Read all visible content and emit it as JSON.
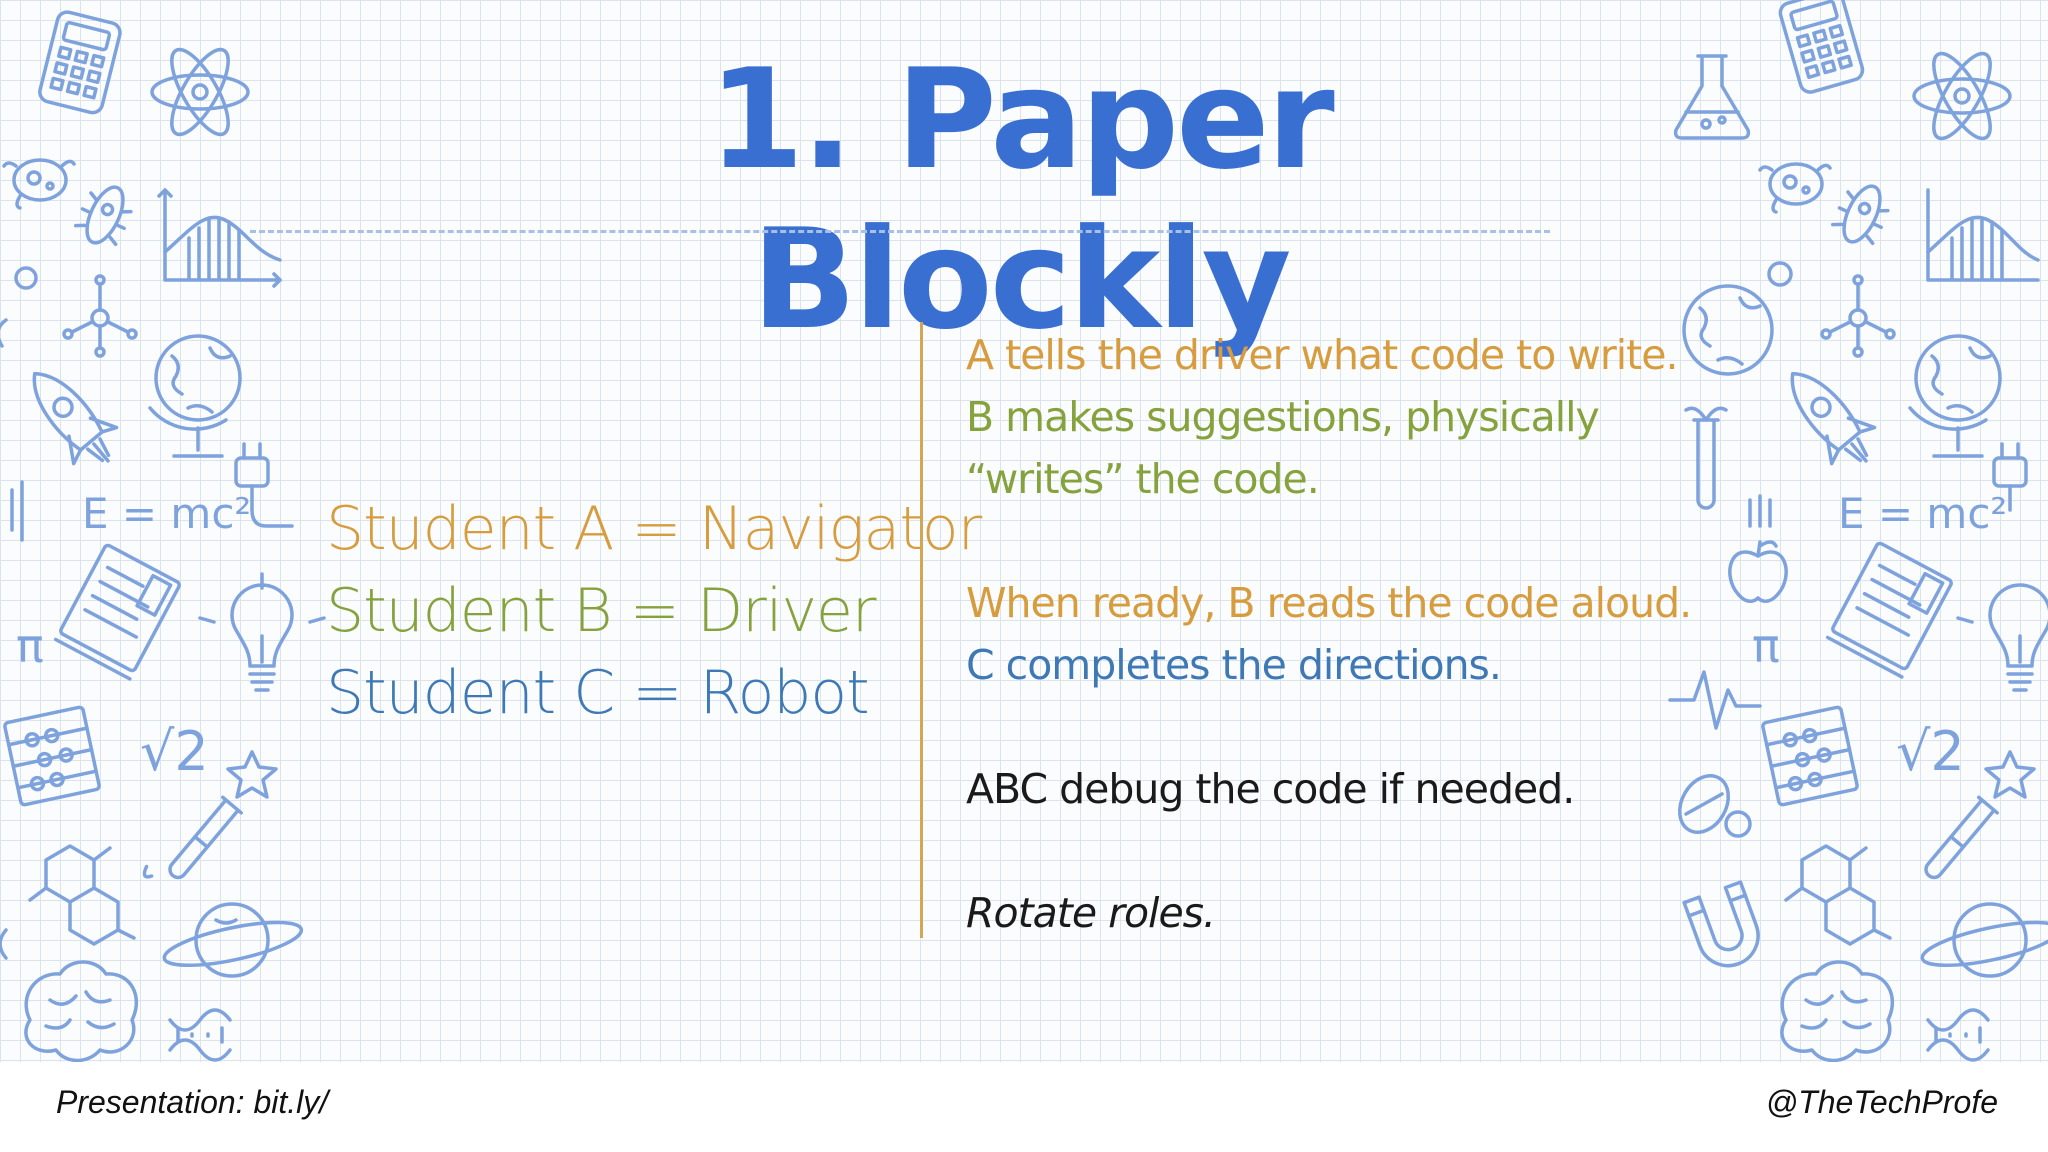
{
  "slide": {
    "title": "1. Paper Blockly",
    "roles": [
      {
        "text": "Student A = Navigator",
        "color": "#d69c3d"
      },
      {
        "text": "Student B = Driver",
        "color": "#86a23d"
      },
      {
        "text": "Student C = Robot",
        "color": "#3e79b6"
      }
    ],
    "notes": {
      "line1": "A tells the driver what code to write.",
      "line2": "B makes suggestions, physically",
      "line3": "“writes” the code.",
      "line4": "When ready, B reads the code aloud.",
      "line5": "C completes the directions.",
      "line6": "ABC debug the code if needed.",
      "line7": "Rotate roles."
    },
    "doodle_text": {
      "emc2": "E = mc²",
      "sqrt2": "√2",
      "pi": "π"
    }
  },
  "footer": {
    "left": "Presentation: bit.ly/",
    "right": "@TheTechProfe"
  },
  "colors": {
    "title": "#3a6fd2",
    "divider": "#d2a652",
    "doodle": "#7ea2dc"
  },
  "icons": [
    "calculator-icon",
    "atom-icon",
    "flask-icon",
    "microbe-icon",
    "graph-icon",
    "molecule-icon",
    "globe-icon",
    "rocket-icon",
    "plug-icon",
    "book-icon",
    "lightbulb-icon",
    "abacus-icon",
    "star-icon",
    "test-tube-icon",
    "hexagon-molecule-icon",
    "planet-icon",
    "brain-icon",
    "dna-icon",
    "apple-icon",
    "magnet-icon",
    "pill-icon"
  ]
}
